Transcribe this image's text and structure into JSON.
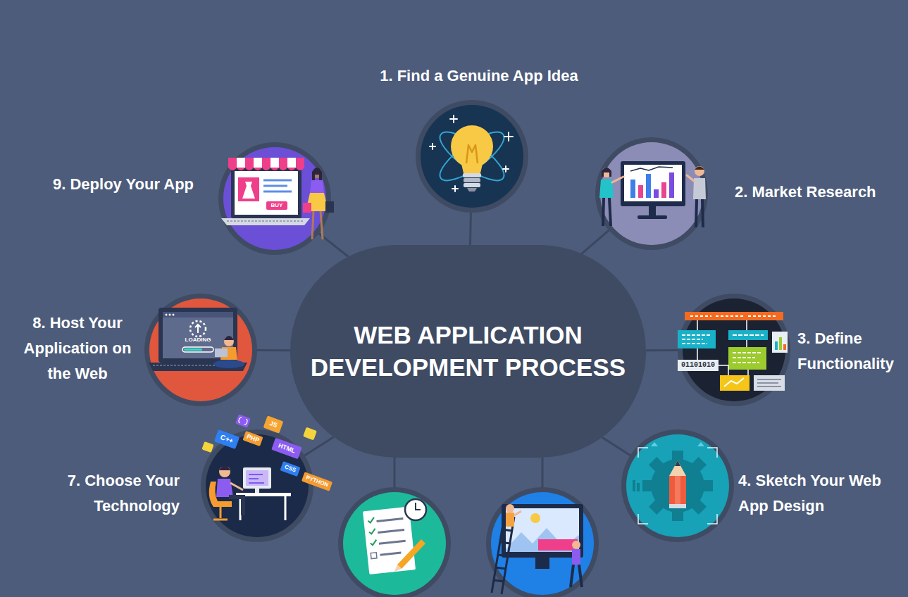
{
  "diagram": {
    "nodes": [
      {
        "text": [
          "WEB APPLICATION DEVELOPMENT PROCESS"
        ]
      },
      {
        "text": [
          "1. Find a Genuine App Idea"
        ]
      },
      {
        "text": [
          "2. Market Research"
        ]
      },
      {
        "text": [
          "3. Define Functionality"
        ]
      },
      {
        "text": [
          "4. Sketch Your Web App Design"
        ]
      },
      {
        "text": [
          "7. Choose Your Technology"
        ]
      },
      {
        "text": [
          "8. Host Your Application on the Web"
        ]
      },
      {
        "text": [
          "9. Deploy Your App"
        ]
      }
    ],
    "edges": [
      {
        "from": 0,
        "to": 1,
        "arrow": "none"
      },
      {
        "from": 0,
        "to": 2,
        "arrow": "none"
      },
      {
        "from": 0,
        "to": 3,
        "arrow": "none"
      },
      {
        "from": 0,
        "to": 4,
        "arrow": "none"
      },
      {
        "from": 0,
        "to": 5,
        "arrow": "none"
      },
      {
        "from": 0,
        "to": 6,
        "arrow": "none"
      },
      {
        "from": 0,
        "to": 7,
        "arrow": "none"
      }
    ],
    "labels": [
      "01101010",
      "BUY",
      "LOADING",
      "C++",
      "PHP",
      "JS",
      "HTML",
      "CSS",
      "PYTHON"
    ]
  }
}
